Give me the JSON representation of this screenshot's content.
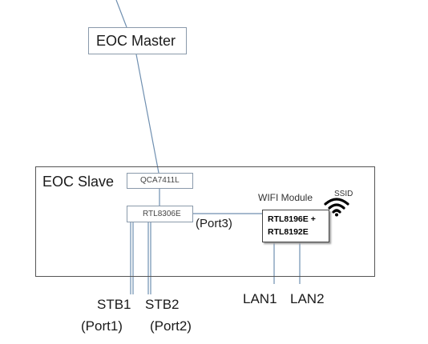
{
  "diagram": {
    "master_label": "EOC Master",
    "slave_label": "EOC Slave",
    "qca_label": "QCA7411L",
    "rtl8306_label": "RTL8306E",
    "wifi_module_label": "WIFI Module",
    "ssid_label": "SSID",
    "rtl_wifi_line1": "RTL8196E +",
    "rtl_wifi_line2": "RTL8192E",
    "port3_label": "(Port3)",
    "stb1_label": "STB1",
    "stb1_port": "(Port1)",
    "stb2_label": "STB2",
    "stb2_port": "(Port2)",
    "lan1_label": "LAN1",
    "lan2_label": "LAN2"
  },
  "colors": {
    "wire": "#6f8fb0",
    "box_border": "#8a9aab",
    "outer_border": "#555555",
    "text": "#1a1a1a",
    "wifi_icon": "#000000"
  },
  "icons": {
    "wifi": "wifi-icon"
  }
}
